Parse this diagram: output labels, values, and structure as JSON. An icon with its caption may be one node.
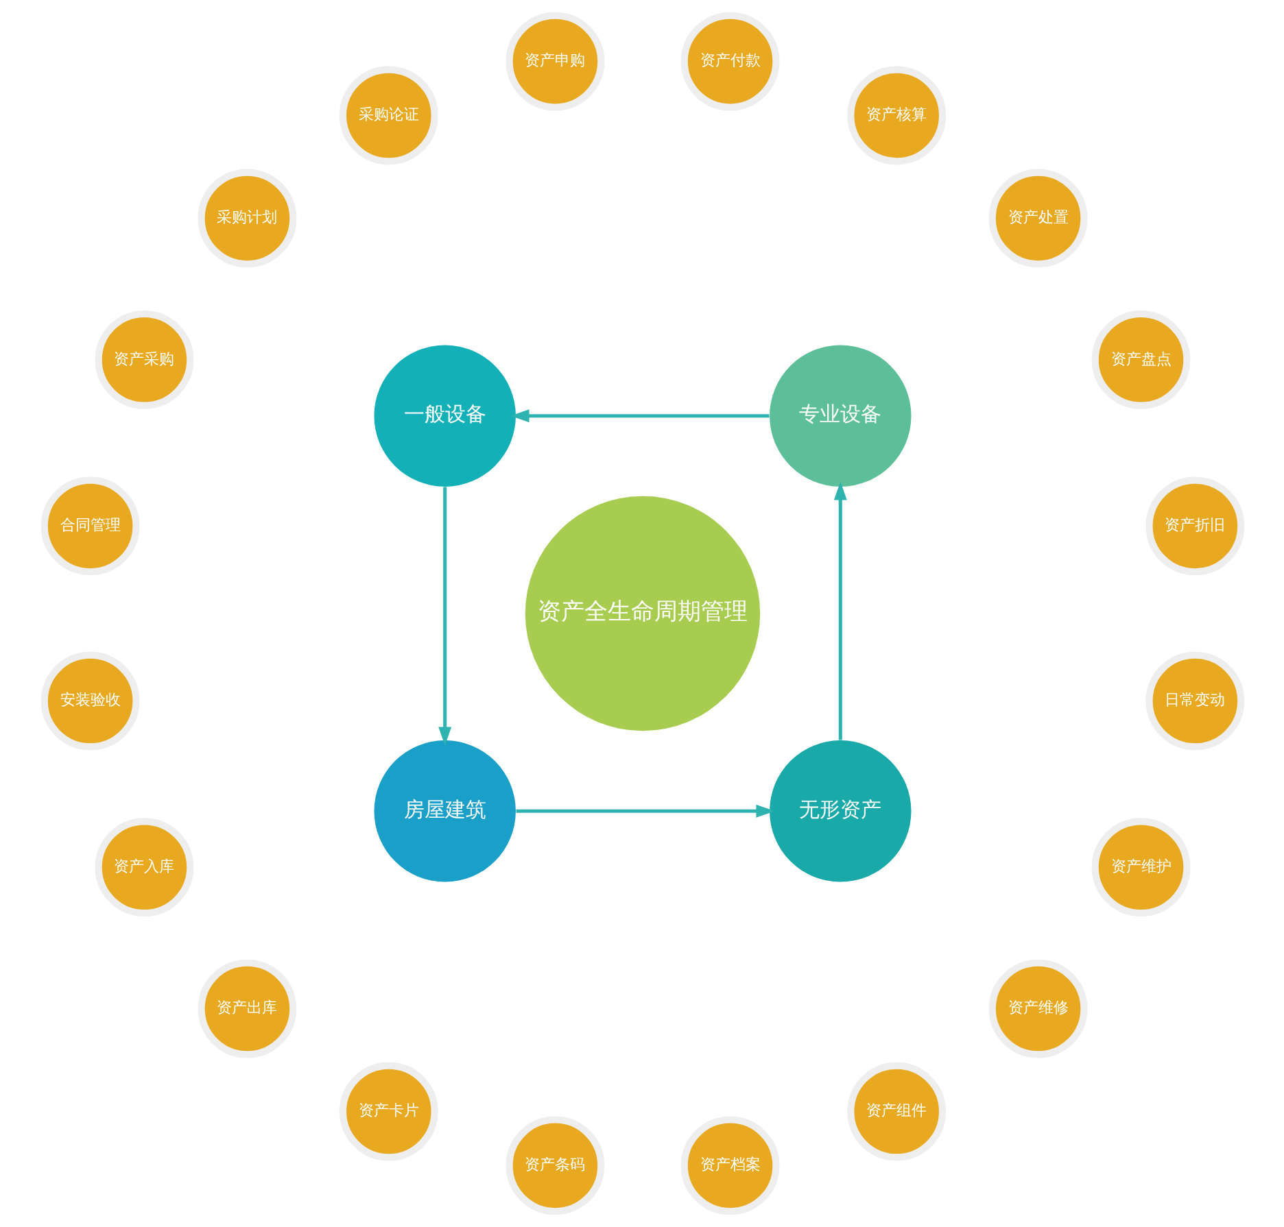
{
  "diagram": {
    "nodes": [
      {
        "text": [
          "资产全生命周期管理"
        ]
      },
      {
        "text": [
          "专业设备"
        ]
      },
      {
        "text": [
          "一般设备"
        ]
      },
      {
        "text": [
          "房屋建筑"
        ]
      },
      {
        "text": [
          "无形资产"
        ]
      },
      {
        "text": [
          "资产申购"
        ]
      },
      {
        "text": [
          "采购论证"
        ]
      },
      {
        "text": [
          "采购计划"
        ]
      },
      {
        "text": [
          "资产采购"
        ]
      },
      {
        "text": [
          "合同管理"
        ]
      },
      {
        "text": [
          "安装验收"
        ]
      },
      {
        "text": [
          "资产入库"
        ]
      },
      {
        "text": [
          "资产出库"
        ]
      },
      {
        "text": [
          "资产卡片"
        ]
      },
      {
        "text": [
          "资产条码"
        ]
      },
      {
        "text": [
          "资产档案"
        ]
      },
      {
        "text": [
          "资产组件"
        ]
      },
      {
        "text": [
          "资产维修"
        ]
      },
      {
        "text": [
          "资产维护"
        ]
      },
      {
        "text": [
          "日常变动"
        ]
      },
      {
        "text": [
          "资产折旧"
        ]
      },
      {
        "text": [
          "资产盘点"
        ]
      },
      {
        "text": [
          "资产处置"
        ]
      },
      {
        "text": [
          "资产核算"
        ]
      },
      {
        "text": [
          "资产付款"
        ]
      }
    ],
    "edges": [
      {
        "from": 1,
        "to": 2,
        "arrow": "to"
      },
      {
        "from": 2,
        "to": 3,
        "arrow": "to"
      },
      {
        "from": 3,
        "to": 4,
        "arrow": "to"
      },
      {
        "from": 4,
        "to": 1,
        "arrow": "to"
      }
    ]
  }
}
